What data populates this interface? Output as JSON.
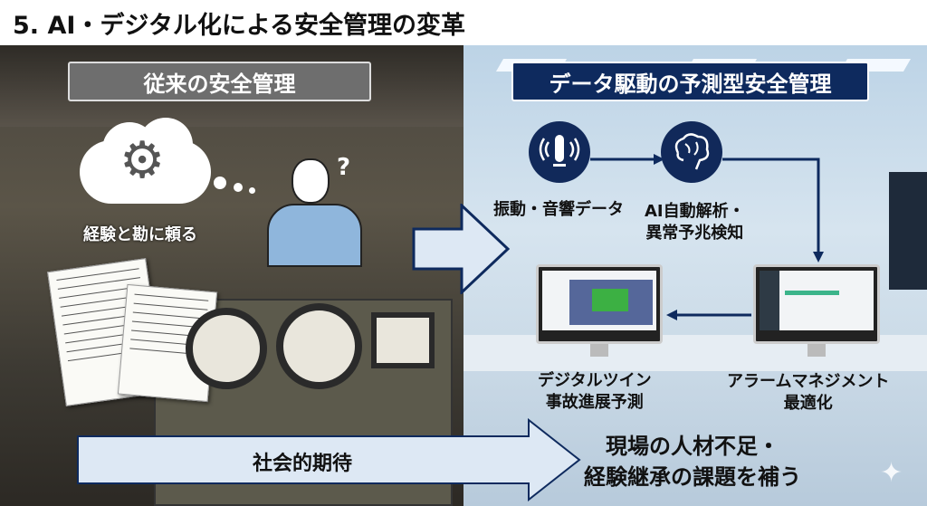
{
  "title": "5. AI・デジタル化による安全管理の変革",
  "left": {
    "header": "従来の安全管理",
    "cloud_label": "経験と勘に頼る",
    "icons": [
      "gear-icon",
      "confused-worker",
      "handwritten-notes",
      "analog-gauges"
    ]
  },
  "right": {
    "header": "データ駆動の予測型安全管理",
    "steps": [
      {
        "label": "振動・音響データ",
        "icon": "sensor-icon"
      },
      {
        "label_lines": [
          "AI自動解析・",
          "異常予兆検知"
        ],
        "icon": "brain-icon"
      },
      {
        "label_lines": [
          "アラームマネジメント",
          "最適化"
        ],
        "icon": "dashboard-monitor"
      },
      {
        "label_lines": [
          "デジタルツイン",
          "事故進展予測"
        ],
        "icon": "digital-twin-monitor"
      }
    ]
  },
  "bottom": {
    "arrow_label": "社会的期待",
    "result_lines": [
      "現場の人材不足・",
      "経験継承の課題を補う"
    ]
  },
  "colors": {
    "navy": "#0e2a5e",
    "gray_header": "#6e6e6e",
    "arrow_fill": "#dde8f4"
  }
}
